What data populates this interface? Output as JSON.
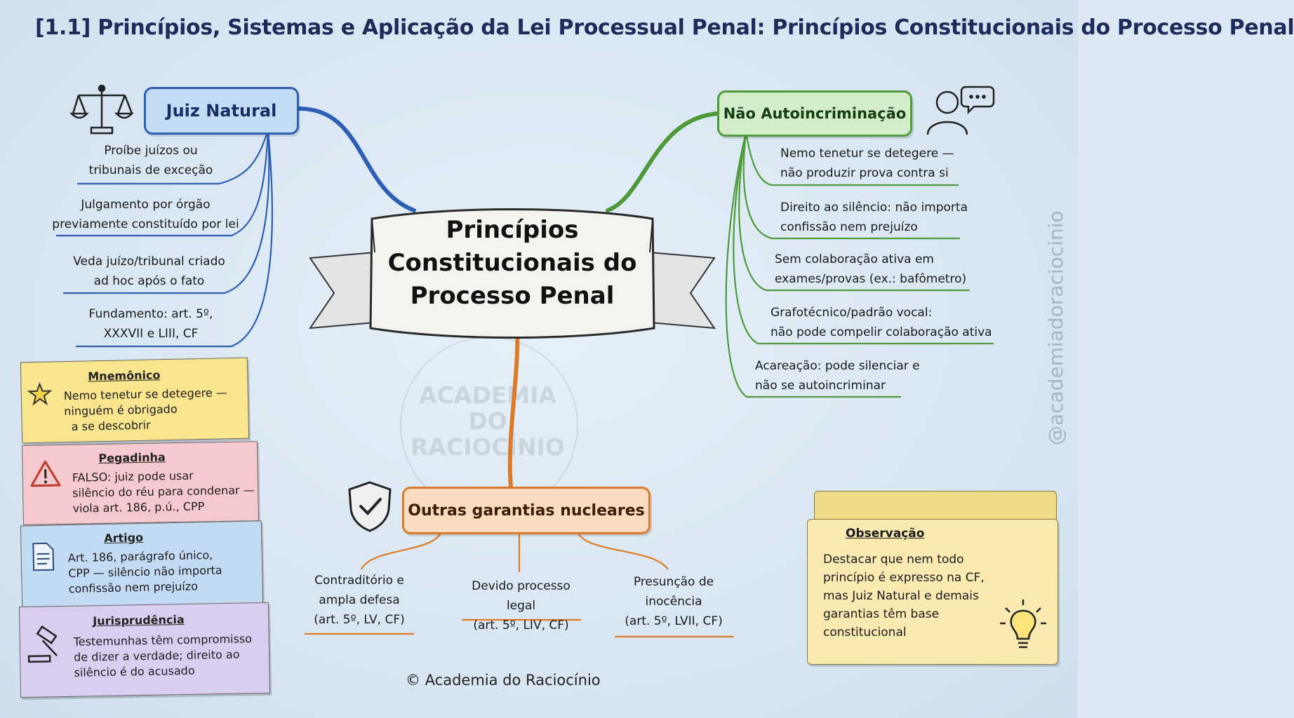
{
  "title": "[1.1] Princípios, Sistemas e Aplicação da Lei Processual Penal: Princípios Constitucionais do Processo Penal",
  "center": {
    "line1": "Princípios",
    "line2": "Constitucionais do",
    "line3": "Processo Penal"
  },
  "juiz_natural": {
    "label": "Juiz Natural",
    "items": [
      {
        "l1": "Proíbe juízos ou",
        "l2": "tribunais de exceção"
      },
      {
        "l1": "Julgamento por órgão",
        "l2": "previamente constituído por lei"
      },
      {
        "l1": "Veda juízo/tribunal criado",
        "l2": "ad hoc após o fato"
      },
      {
        "l1": "Fundamento: art. 5º,",
        "l2": "XXXVII e LIII, CF"
      }
    ]
  },
  "nao_autoincriminacao": {
    "label": "Não Autoincriminação",
    "items": [
      {
        "l1": "Nemo tenetur se detegere —",
        "l2": "não produzir prova contra si"
      },
      {
        "l1": "Direito ao silêncio: não importa",
        "l2": "confissão nem prejuízo"
      },
      {
        "l1": "Sem colaboração ativa em",
        "l2": "exames/provas (ex.: bafômetro)"
      },
      {
        "l1": "Grafotécnico/padrão vocal:",
        "l2": "não pode compelir colaboração ativa"
      },
      {
        "l1": "Acareação: pode silenciar e",
        "l2": "não se autoincriminar"
      }
    ]
  },
  "outras": {
    "label": "Outras garantias nucleares",
    "items": [
      {
        "l1": "Contraditório e",
        "l2": "ampla defesa",
        "l3": "(art. 5º, LV, CF)"
      },
      {
        "l1": "Devido processo legal",
        "l2": "(art. 5º, LIV, CF)"
      },
      {
        "l1": "Presunção de",
        "l2": "inocência",
        "l3": "(art. 5º, LVII, CF)"
      }
    ]
  },
  "notes": {
    "mnemonico": {
      "head": "Mnemônico",
      "l1": "Nemo tenetur se detegere —",
      "l2": "ninguém é obrigado",
      "l3": "a se descobrir"
    },
    "pegadinha": {
      "head": "Pegadinha",
      "l1": "FALSO: juiz pode usar",
      "l2": "silêncio do réu para condenar —",
      "l3": "viola art. 186, p.ú., CPP"
    },
    "artigo": {
      "head": "Artigo",
      "l1": "Art. 186, parágrafo único,",
      "l2": "CPP — silêncio não importa",
      "l3": "confissão nem prejuízo"
    },
    "jurisprudencia": {
      "head": "Jurisprudência",
      "l1": "Testemunhas têm compromisso",
      "l2": "de dizer a verdade; direito ao",
      "l3": "silêncio é do acusado"
    }
  },
  "observacao": {
    "head": "Observação",
    "l1": "Destacar que nem todo",
    "l2": "princípio é expresso na CF,",
    "l3": "mas Juiz Natural e demais",
    "l4": "garantias têm base",
    "l5": "constitucional"
  },
  "watermark": {
    "l1": "ACADEMIA",
    "l2": "DO",
    "l3": "RACIOCÍNIO"
  },
  "side_watermark": "@academiadoraciocinio",
  "footer": "© Academia do Raciocínio",
  "icons": {
    "juiz": "scales-icon",
    "nao": "person-speech-icon",
    "outras": "shield-check-icon",
    "mnemonico": "star-icon",
    "pegadinha": "warning-icon",
    "artigo": "document-icon",
    "jurisprudencia": "gavel-icon",
    "observacao": "lightbulb-icon"
  },
  "colors": {
    "blue": "#2c5fb3",
    "green": "#4e9a3a",
    "orange": "#dd7a2a",
    "title": "#1d2a5a"
  }
}
